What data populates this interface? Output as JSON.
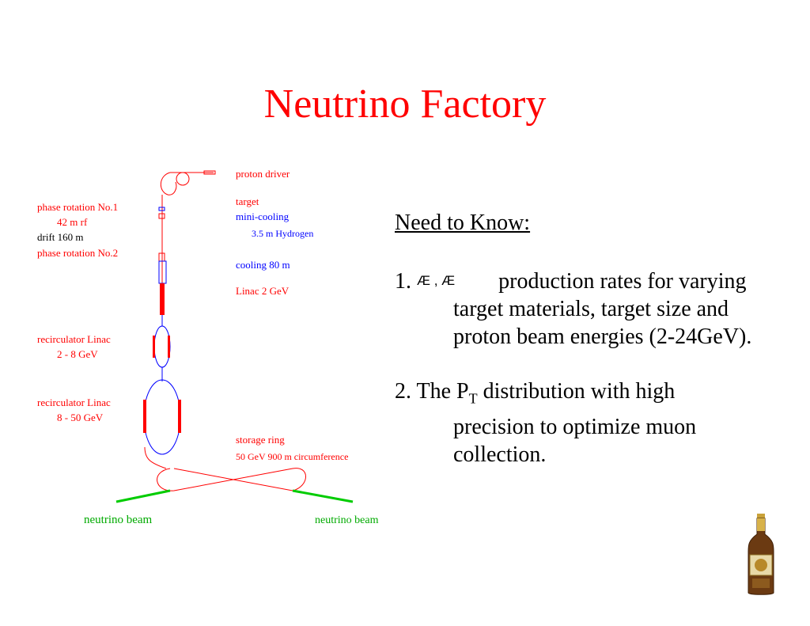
{
  "slide": {
    "title": "Neutrino Factory"
  },
  "diagram": {
    "labels": {
      "proton_driver": "proton driver",
      "target": "target",
      "mini_cooling": "mini-cooling",
      "hydrogen": "3.5 m Hydrogen",
      "phase_rotation_1": "phase rotation No.1",
      "rf": "42 m rf",
      "drift": "drift  160 m",
      "phase_rotation_2": "phase rotation No.2",
      "cooling": "cooling  80 m",
      "linac": "Linac  2 GeV",
      "recirc1": "recirculator Linac",
      "recirc1_energy": "2 - 8 GeV",
      "recirc2": "recirculator Linac",
      "recirc2_energy": "8 - 50 GeV",
      "storage_ring": "storage ring",
      "storage_ring_spec": "50 GeV   900 m circumference",
      "neutrino_beam_left": "neutrino beam",
      "neutrino_beam_right": "neutrino beam"
    },
    "colors": {
      "red": "#ff0000",
      "blue": "#0000ff",
      "green": "#00cc00",
      "black": "#000000"
    }
  },
  "content": {
    "heading": "Need to Know:",
    "point1": {
      "num": "1.",
      "symbols": "Æ , Æ",
      "line1": "production rates for varying",
      "line2": "target materials, target size and",
      "line3": "proton beam energies (2-24GeV)."
    },
    "point2": {
      "prefix": "2. The P",
      "subscript": "T",
      "line1_rest": " distribution with high",
      "line2": "precision to optimize muon",
      "line3": "collection."
    }
  }
}
